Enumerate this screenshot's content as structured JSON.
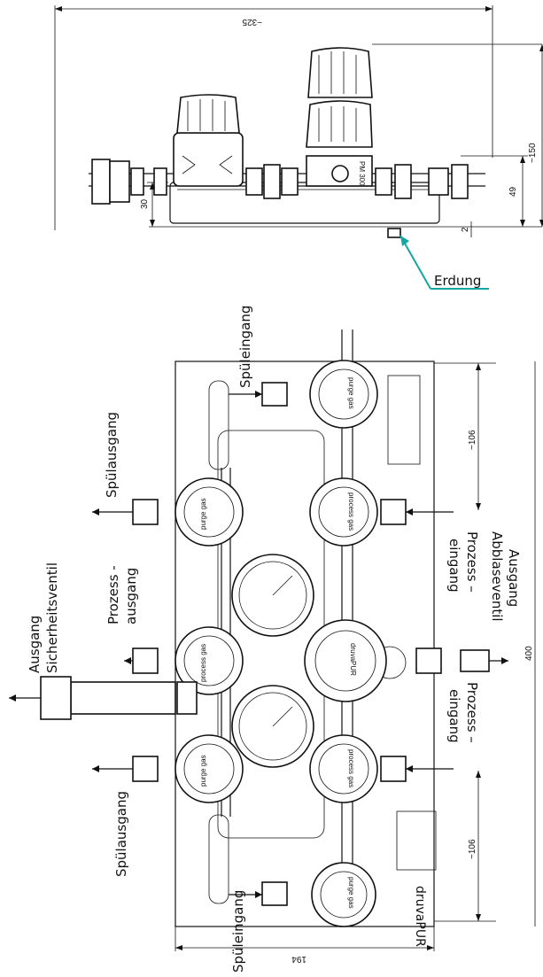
{
  "side_view": {
    "dims": {
      "overall_width": "~325",
      "overall_height": "~150",
      "base_height": "49",
      "plate_height": "30",
      "gap": "2"
    },
    "regulator_marking": "PM 300",
    "grounding_label": "Erdung"
  },
  "top_view": {
    "labels": {
      "purge_inlet_top": "Spüleingang",
      "purge_outlet_upper": "Spülausgang",
      "process_outlet_l1": "Prozess -",
      "process_outlet_l2": "ausgang",
      "safety_valve_l1": "Ausgang",
      "safety_valve_l2": "Sicherheitsventil",
      "purge_outlet_lower": "Spülausgang",
      "purge_inlet_bottom": "Spüleingang",
      "process_inlet_upper_l1": "Prozess –",
      "process_inlet_upper_l2": "eingang",
      "vent_valve_l1": "Ausgang",
      "vent_valve_l2": "Abblaseventil",
      "process_inlet_lower_l1": "Prozess –",
      "process_inlet_lower_l2": "eingang"
    },
    "dims": {
      "upper_spacing": "~106",
      "lower_spacing": "~106",
      "plate_depth": "194",
      "plate_length": "400"
    },
    "valve_labels": {
      "purge": "purge gas",
      "process": "process gas"
    },
    "brand": "druvaPUR"
  }
}
